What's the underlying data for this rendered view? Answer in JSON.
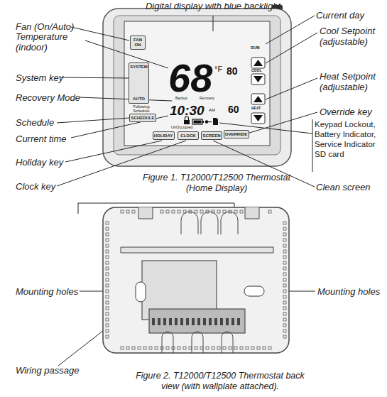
{
  "diagram": {
    "nodes": [
      {
        "text": [
          "SUN",
          "°F",
          "80",
          "COOL",
          "68",
          "Backup",
          "Recovery",
          "HEAT",
          "Following Schedule",
          "10:30",
          "AM",
          "60",
          "UnOccupied"
        ]
      },
      {
        "text": [
          "FAN ON"
        ],
        "in": 0
      },
      {
        "text": [
          "SYSTEM",
          "AUTO"
        ],
        "in": 0
      },
      {
        "text": [
          "SCHEDULE"
        ],
        "in": 0
      },
      {
        "text": [
          "HOLIDAY"
        ],
        "in": 0
      },
      {
        "text": [
          "CLOCK"
        ],
        "in": 0
      },
      {
        "text": [
          "SCREEN"
        ],
        "in": 0
      },
      {
        "text": [
          "OVERRIDE"
        ],
        "in": 0
      }
    ],
    "edges": [],
    "labels": [
      "Digital display with blue backlight",
      "Fan (On/Auto)",
      "Temperature (indoor)",
      "System key",
      "Recovery Mode",
      "Schedule",
      "Current time",
      "Holiday key",
      "Clock key",
      "Current day",
      "Cool Setpoint (adjustable)",
      "Heat Setpoint (adjustable)",
      "Override key",
      "Keypad Lockout, Battery Indicator, Service Indicator SD card",
      "Clean screen",
      "Figure 1. T12000/T12500 Thermostat (Home Display)",
      "Mounting holes",
      "Mounting holes",
      "Wiring passage",
      "Figure 2. T12000/T12500 Thermostat back view (with wallplate attached)."
    ]
  }
}
